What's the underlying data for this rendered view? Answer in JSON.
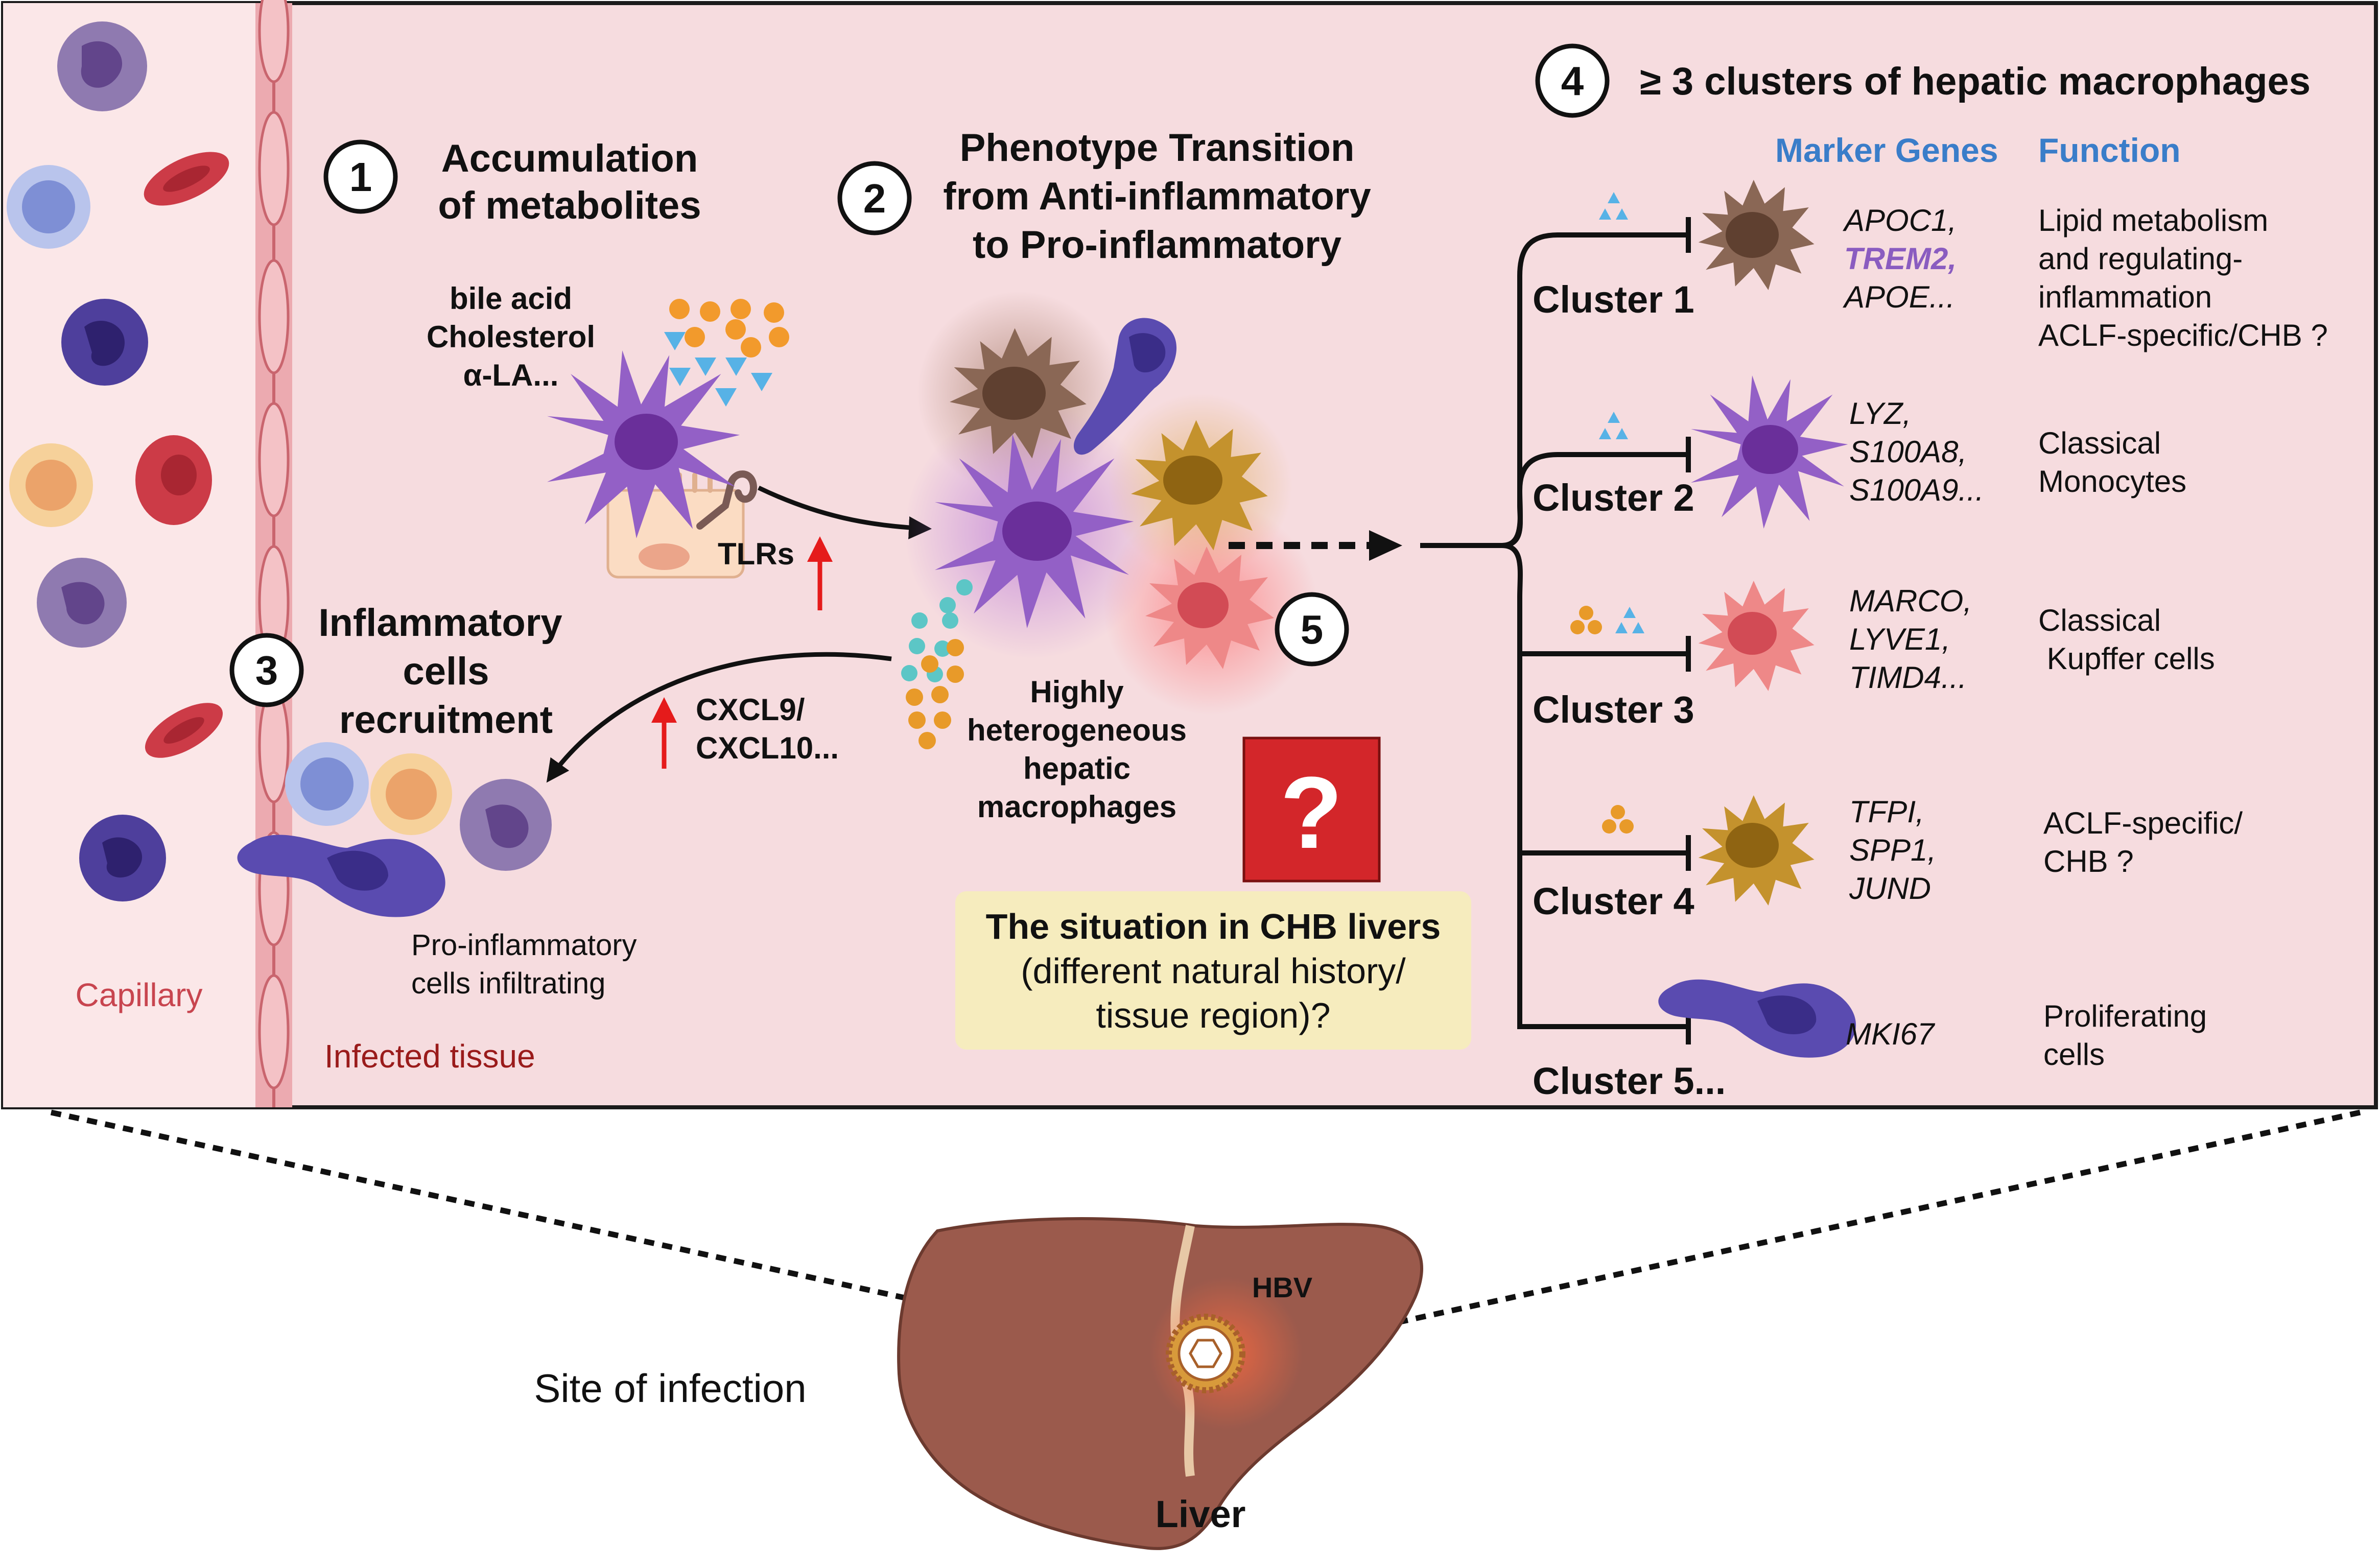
{
  "steps": {
    "s1": {
      "num": "1",
      "line1": "Accumulation",
      "line2": "of metabolites"
    },
    "s2": {
      "num": "2",
      "line1": "Phenotype Transition",
      "line2": "from Anti-inflammatory",
      "line3": "to Pro-inflammatory"
    },
    "s3": {
      "num": "3",
      "line1": "Inflammatory",
      "line2": "cells",
      "line3": "recruitment"
    },
    "s4": {
      "num": "4",
      "title": "≥ 3 clusters of hepatic macrophages"
    },
    "s5": {
      "num": "5"
    }
  },
  "metabolites": [
    "bile acid",
    "Cholesterol",
    "α-LA..."
  ],
  "receptor_label": "TLRs",
  "chemokines": [
    "CXCL9/",
    "CXCL10..."
  ],
  "center_label": [
    "Highly",
    "heterogeneous",
    "hepatic",
    "macrophages"
  ],
  "question_mark": "?",
  "chb_box": [
    "The situation in CHB livers",
    "(different natural history/",
    "tissue region)?"
  ],
  "infiltrating_label": [
    "Pro-inflammatory",
    "cells infiltrating"
  ],
  "capillary_label": "Capillary",
  "tissue_label": "Infected tissue",
  "headers": {
    "marker": "Marker Genes",
    "function": "Function"
  },
  "clusters": [
    {
      "name": "Cluster 1",
      "markers": [
        "APOC1,",
        "TREM2,",
        "APOE..."
      ],
      "function": [
        "Lipid metabolism",
        "and regulating-",
        "inflammation",
        "ACLF-specific/CHB ?"
      ]
    },
    {
      "name": "Cluster 2",
      "markers": [
        "LYZ,",
        "S100A8,",
        "S100A9..."
      ],
      "function": [
        "Classical",
        "Monocytes"
      ]
    },
    {
      "name": "Cluster 3",
      "markers": [
        "MARCO,",
        "LYVE1,",
        "TIMD4..."
      ],
      "function": [
        "Classical",
        " Kupffer cells"
      ]
    },
    {
      "name": "Cluster 4",
      "markers": [
        "TFPI,",
        "SPP1,",
        "JUND"
      ],
      "function": [
        "ACLF-specific/",
        "CHB ?"
      ]
    },
    {
      "name": "Cluster 5...",
      "markers": [
        "MKI67"
      ],
      "function": [
        "Proliferating",
        "cells"
      ]
    }
  ],
  "colors": {
    "panel_bg": "#f6dcdf",
    "capillary_bg": "#fbe7e8",
    "header_blue": "#3a7dc9",
    "trem2_purple": "#8a5cc0",
    "capillary_red": "#c8454f",
    "tissue_red": "#9a1b1b",
    "question_red": "#d3262a",
    "chb_yellow": "#f6ecbe",
    "liver_brown": "#9b5a4c"
  },
  "bottom": {
    "site": "Site of infection",
    "liver": "Liver",
    "virus": "HBV"
  }
}
